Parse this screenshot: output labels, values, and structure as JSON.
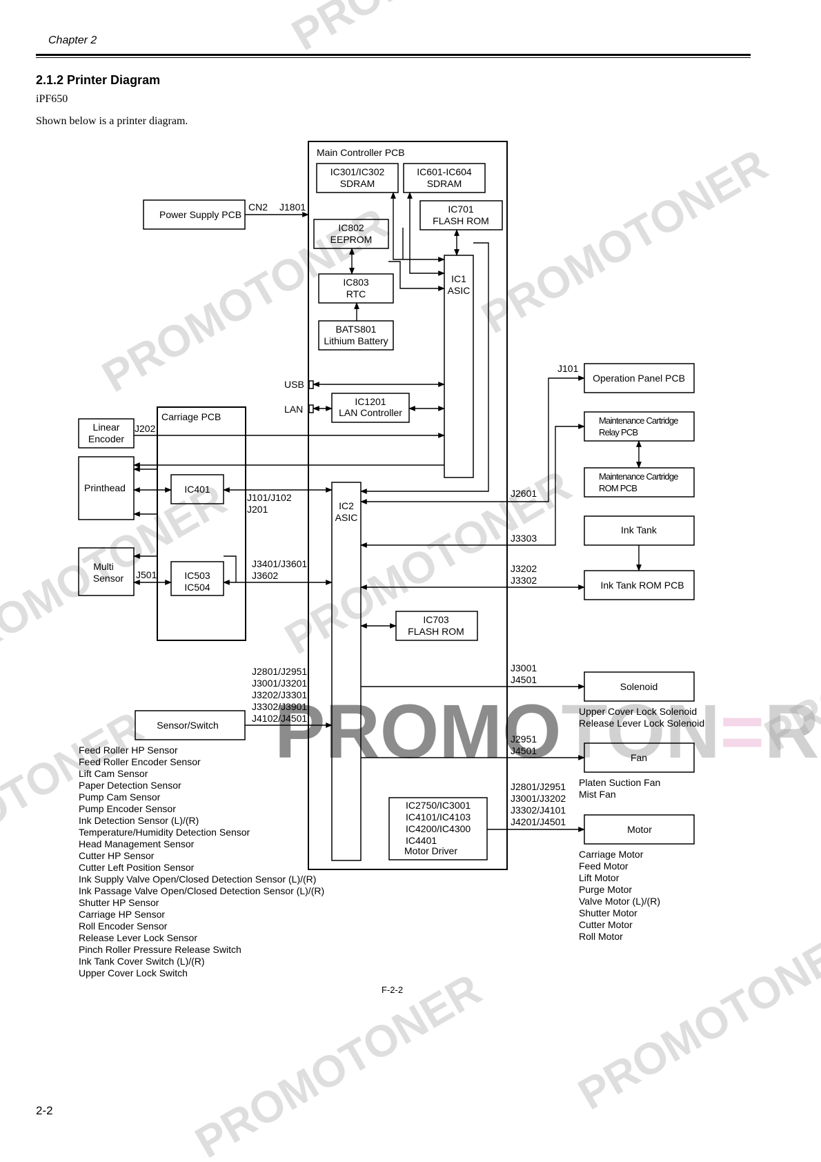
{
  "header": {
    "chapter": "Chapter 2"
  },
  "section": {
    "title": "2.1.2 Printer Diagram",
    "model": "iPF650",
    "intro": "Shown below is a printer diagram."
  },
  "watermark": {
    "text": "PROMOTONER",
    "big_a": "PROMO",
    "big_b": "TON",
    "big_c": "R"
  },
  "figure_label": "F-2-2",
  "page_number": "2-2",
  "diagram": {
    "main_pcb": "Main Controller PCB",
    "sdram1": [
      "IC301/IC302",
      "SDRAM"
    ],
    "sdram2": [
      "IC601-IC604",
      "SDRAM"
    ],
    "flash701": [
      "IC701",
      "FLASH ROM"
    ],
    "eeprom": [
      "IC802",
      "EEPROM"
    ],
    "rtc": [
      "IC803",
      "RTC"
    ],
    "battery": [
      "BATS801",
      "Lithium Battery"
    ],
    "ic1": [
      "IC1",
      "ASIC"
    ],
    "power": "Power Supply PCB",
    "cn2": "CN2",
    "j1801": "J1801",
    "usb": "USB",
    "lan": "LAN",
    "lanctrl": [
      "IC1201",
      "LAN Controller"
    ],
    "j101": "J101",
    "oppanel": "Operation Panel PCB",
    "maint_relay": [
      "Maintenance Cartridge",
      "Relay PCB"
    ],
    "maint_rom": [
      "Maintenance Cartridge",
      "ROM PCB"
    ],
    "carriage": "Carriage PCB",
    "linear": [
      "Linear",
      "Encoder"
    ],
    "j202": "J202",
    "printhead": "Printhead",
    "ic401": "IC401",
    "j101_102": [
      "J101/J102",
      "J201"
    ],
    "ic2": [
      "IC2",
      "ASIC"
    ],
    "j2601": "J2601",
    "j3303": "J3303",
    "inktank": "Ink Tank",
    "inktankrom": "Ink Tank ROM PCB",
    "multi": [
      "Multi",
      "Sensor"
    ],
    "j501": "J501",
    "ic503": [
      "IC503",
      "IC504"
    ],
    "j3401": [
      "J3401/J3601",
      "J3602"
    ],
    "j3202": [
      "J3202",
      "J3302"
    ],
    "flash703": [
      "IC703",
      "FLASH ROM"
    ],
    "sensor_conn": [
      "J2801/J2951",
      "J3001/J3201",
      "J3202/J3301",
      "J3302/J3901",
      "J4102/J4501"
    ],
    "sensorswitch": "Sensor/Switch",
    "j3001": [
      "J3001",
      "J4501"
    ],
    "solenoid": "Solenoid",
    "solenoid_items": [
      "Upper Cover Lock Solenoid",
      "Release Lever Lock Solenoid"
    ],
    "j2951": [
      "J2951",
      "J4501"
    ],
    "fan": "Fan",
    "fan_items": [
      "Platen Suction Fan",
      "Mist Fan"
    ],
    "motordrv": [
      "IC2750/IC3001",
      "IC4101/IC4103",
      "IC4200/IC4300",
      "IC4401",
      "Motor Driver"
    ],
    "motor_conn": [
      "J2801/J2951",
      "J3001/J3202",
      "J3302/J4101",
      "J4201/J4501"
    ],
    "motor": "Motor",
    "motor_items": [
      "Carriage Motor",
      "Feed Motor",
      "Lift Motor",
      "Purge Motor",
      "Valve Motor (L)/(R)",
      "Shutter Motor",
      "Cutter Motor",
      "Roll Motor"
    ],
    "sensor_items": [
      "Feed Roller HP Sensor",
      "Feed Roller Encoder Sensor",
      "Lift Cam Sensor",
      "Paper Detection Sensor",
      "Pump Cam Sensor",
      "Pump Encoder Sensor",
      "Ink Detection Sensor (L)/(R)",
      "Temperature/Humidity Detection Sensor",
      "Head Management Sensor",
      "Cutter HP Sensor",
      "Cutter Left Position Sensor",
      "Ink Supply Valve Open/Closed Detection Sensor (L)/(R)",
      "Ink Passage Valve Open/Closed Detection Sensor (L)/(R)",
      "Shutter HP Sensor",
      "Carriage HP Sensor",
      "Roll Encoder Sensor",
      "Release Lever Lock Sensor",
      "Pinch Roller Pressure Release Switch",
      "Ink Tank Cover Switch (L)/(R)",
      "Upper Cover Lock Switch"
    ]
  }
}
